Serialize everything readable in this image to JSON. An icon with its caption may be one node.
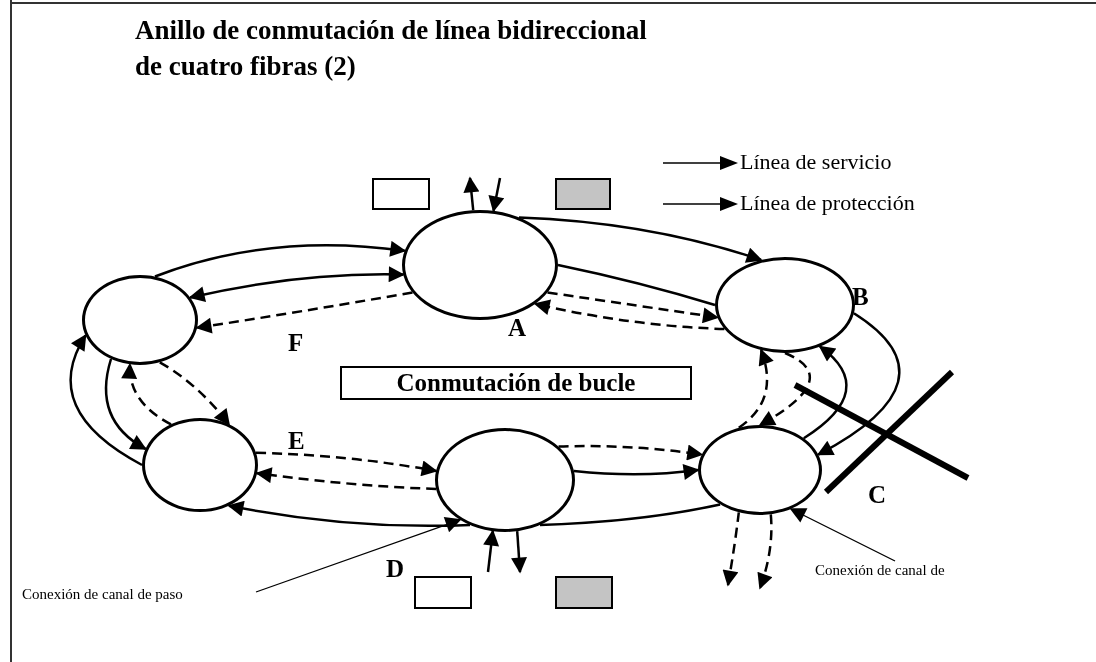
{
  "diagram": {
    "title": "Anillo de conmutación de línea bidireccional de cuatro fibras (2)",
    "nodes": [
      {
        "text": [],
        "shape": "box"
      },
      {
        "text": [],
        "shape": "box"
      },
      {
        "text": [],
        "shape": "ellipse"
      },
      {
        "text": [],
        "shape": "ellipse"
      },
      {
        "text": [],
        "shape": "ellipse"
      },
      {
        "text": [
          "Conmutación de bucle"
        ]
      },
      {
        "text": [],
        "shape": "ellipse"
      },
      {
        "text": [],
        "shape": "ellipse"
      },
      {
        "text": [],
        "shape": "ellipse"
      },
      {
        "text": [
          "Conexión de canal de"
        ]
      },
      {
        "text": [
          "Conexión de canal de paso"
        ]
      },
      {
        "text": [],
        "shape": "box"
      },
      {
        "text": [],
        "shape": "box"
      }
    ],
    "edges": [
      {
        "from": 2,
        "to": null,
        "arrow": "to"
      },
      {
        "from": null,
        "to": 2,
        "arrow": "to"
      },
      {
        "from": 4,
        "to": 2,
        "arrow": "to"
      },
      {
        "from": 4,
        "to": 2,
        "arrow": "both"
      },
      {
        "from": 2,
        "to": 4,
        "arrow": "to",
        "style": "dashed"
      },
      {
        "from": 2,
        "to": 3,
        "arrow": "to"
      },
      {
        "from": 2,
        "to": 3,
        "arrow": "none"
      },
      {
        "from": 2,
        "to": 3,
        "arrow": "to",
        "style": "dashed"
      },
      {
        "from": 3,
        "to": 2,
        "arrow": "to",
        "style": "dashed"
      },
      {
        "from": 3,
        "to": 7,
        "arrow": "to"
      },
      {
        "from": 7,
        "to": 3,
        "arrow": "to"
      },
      {
        "from": 3,
        "to": 7,
        "arrow": "to",
        "style": "dashed"
      },
      {
        "from": 7,
        "to": 3,
        "arrow": "to",
        "style": "dashed"
      },
      {
        "from": 8,
        "to": 7,
        "arrow": "to"
      },
      {
        "from": 8,
        "to": 7,
        "arrow": "to",
        "style": "dashed"
      },
      {
        "from": 7,
        "to": 8,
        "arrow": "none"
      },
      {
        "from": 6,
        "to": 8,
        "arrow": "to",
        "style": "dashed"
      },
      {
        "from": 8,
        "to": 6,
        "arrow": "to",
        "style": "dashed"
      },
      {
        "from": 8,
        "to": 6,
        "arrow": "to"
      },
      {
        "from": 6,
        "to": 4,
        "arrow": "to"
      },
      {
        "from": 4,
        "to": 6,
        "arrow": "to"
      },
      {
        "from": 4,
        "to": 6,
        "arrow": "to",
        "style": "dashed"
      },
      {
        "from": 6,
        "to": 4,
        "arrow": "to",
        "style": "dashed"
      },
      {
        "from": null,
        "to": 8,
        "arrow": "to"
      },
      {
        "from": 8,
        "to": null,
        "arrow": "to"
      },
      {
        "from": 7,
        "to": null,
        "arrow": "to",
        "style": "dashed"
      },
      {
        "from": 7,
        "to": null,
        "arrow": "to",
        "style": "dashed"
      },
      {
        "from": 10,
        "to": 8,
        "arrow": "to"
      },
      {
        "from": 9,
        "to": 7,
        "arrow": "to"
      }
    ],
    "labels": [
      "B",
      "A",
      "F",
      "E",
      "C",
      "D"
    ],
    "legend": [
      {
        "text": "Línea de servicio"
      },
      {
        "text": "Línea de protección"
      }
    ]
  }
}
